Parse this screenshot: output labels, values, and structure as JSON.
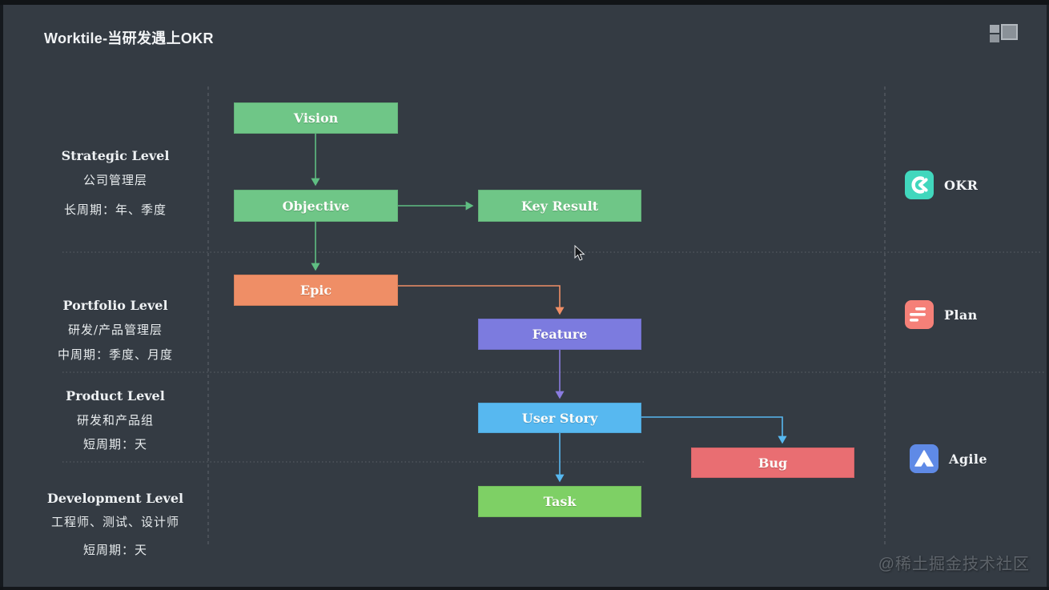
{
  "title": "Worktile-当研发遇上OKR",
  "watermark": "@稀土掘金技术社区",
  "levels": {
    "strategic": {
      "name": "Strategic Level",
      "role": "公司管理层",
      "cycle": "长周期：年、季度"
    },
    "portfolio": {
      "name": "Portfolio Level",
      "role": "研发/产品管理层",
      "cycle": "中周期：季度、月度"
    },
    "product": {
      "name": "Product Level",
      "role": "研发和产品组",
      "cycle": "短周期：天"
    },
    "development": {
      "name": "Development Level",
      "role": "工程师、测试、设计师",
      "cycle": "短周期：天"
    }
  },
  "nodes": {
    "vision": {
      "label": "Vision",
      "color": "#6fc687"
    },
    "objective": {
      "label": "Objective",
      "color": "#6fc687"
    },
    "key_result": {
      "label": "Key Result",
      "color": "#6fc687"
    },
    "epic": {
      "label": "Epic",
      "color": "#ef8e66"
    },
    "feature": {
      "label": "Feature",
      "color": "#7c7bdf"
    },
    "user_story": {
      "label": "User Story",
      "color": "#57b8f0"
    },
    "bug": {
      "label": "Bug",
      "color": "#e96e72"
    },
    "task": {
      "label": "Task",
      "color": "#7ed065"
    }
  },
  "products": {
    "okr": {
      "label": "OKR",
      "icon": "okr-icon",
      "color": "#41d7bd"
    },
    "plan": {
      "label": "Plan",
      "icon": "plan-icon",
      "color": "#f58078"
    },
    "agile": {
      "label": "Agile",
      "icon": "agile-icon",
      "color": "#5f8ae6"
    }
  },
  "colors": {
    "background": "#343b43",
    "arrow_green": "#5fbe82",
    "arrow_orange": "#ef8e66",
    "arrow_purple": "#8a7ce0",
    "arrow_blue": "#57b8f0",
    "separator": "#8b929a",
    "title_text": "#f2f4f6"
  }
}
